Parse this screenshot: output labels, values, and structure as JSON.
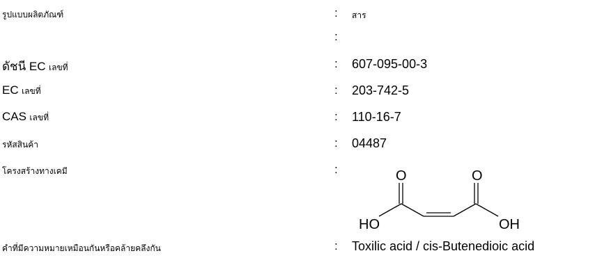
{
  "fields": {
    "product_form": {
      "label": "รูปแบบผลิตภัณฑ์",
      "value": "สาร"
    },
    "ec_index": {
      "label_latin": "ดัชนี EC",
      "label_thai": "เลขที่",
      "value": "607-095-00-3"
    },
    "ec_number": {
      "label_latin": "EC",
      "label_thai": "เลขที่",
      "value": "203-742-5"
    },
    "cas_number": {
      "label_latin": "CAS",
      "label_thai": "เลขที่",
      "value": "110-16-7"
    },
    "product_code": {
      "label": "รหัสสินค้า",
      "value": "04487"
    },
    "chemical_structure": {
      "label": "โครงสร้างทางเคมี",
      "atoms": {
        "o_left": "O",
        "o_right": "O",
        "ho": "HO",
        "oh": "OH"
      }
    },
    "synonyms": {
      "label": "คำที่มีความหมายเหมือนกันหรือคล้ายคลึงกัน",
      "value": "Toxilic acid / cis-Butenedioic acid"
    }
  },
  "separator": ":"
}
